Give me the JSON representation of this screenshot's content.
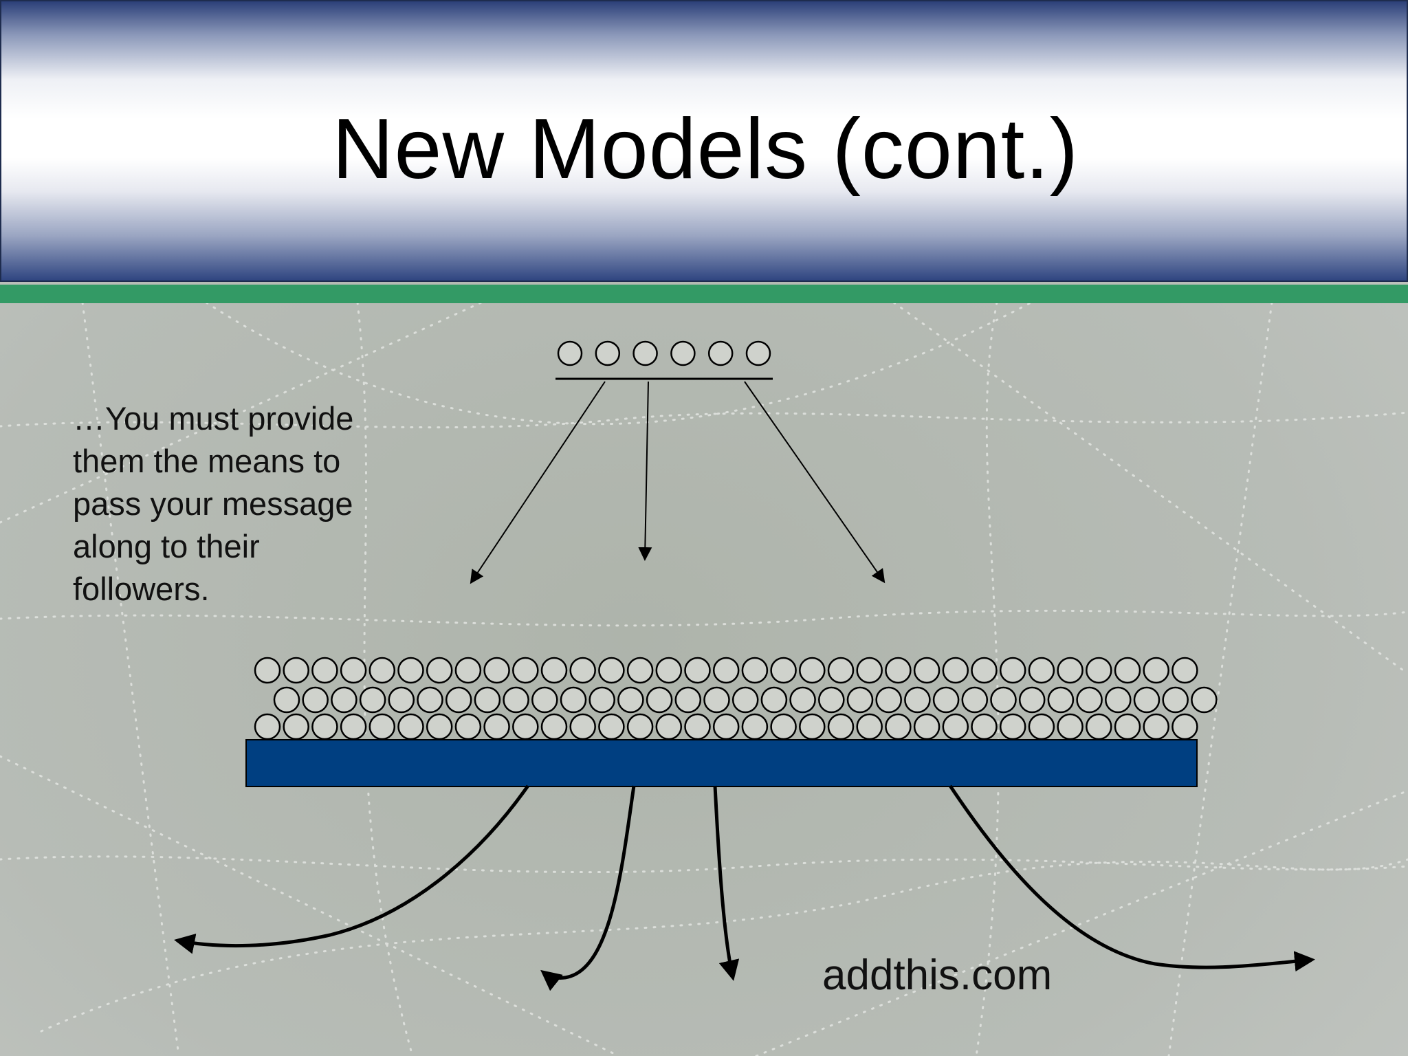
{
  "slide": {
    "title": "New Models (cont.)",
    "body_lines": [
      "…You must provide",
      "them the means to",
      "pass your message",
      "along to their",
      "followers."
    ],
    "footer": "addthis.com"
  },
  "diagram": {
    "top_group_count": 6,
    "crowd_rows": [
      33,
      33,
      33
    ],
    "platform_color": "#003f81",
    "circle_fill": "#cfd2cc",
    "header_accent": "#2c4079",
    "band_color": "#339a65"
  }
}
